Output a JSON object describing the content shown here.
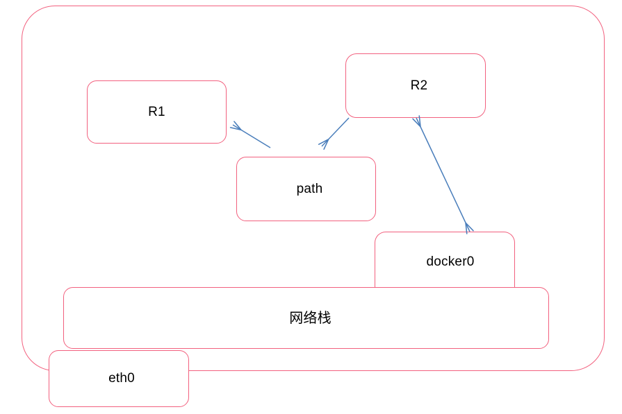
{
  "diagram": {
    "title": "",
    "colors": {
      "node_border": "#f2607e",
      "arrow": "#4a7ebb",
      "text": "#000000",
      "background": "#ffffff"
    },
    "container": {
      "name": "host-container",
      "label": ""
    },
    "nodes": [
      {
        "id": "r1",
        "label": "R1"
      },
      {
        "id": "r2",
        "label": "R2"
      },
      {
        "id": "path",
        "label": "path"
      },
      {
        "id": "docker0",
        "label": "docker0"
      },
      {
        "id": "netstack",
        "label": "网络栈"
      },
      {
        "id": "eth0",
        "label": "eth0"
      }
    ],
    "arrows": [
      {
        "id": "path-to-r1",
        "from": "path",
        "to": "r1",
        "heads": "single"
      },
      {
        "id": "r2-to-path",
        "from": "r2",
        "to": "path",
        "heads": "single"
      },
      {
        "id": "r2-to-docker0",
        "from": "r2",
        "to": "docker0",
        "heads": "double"
      }
    ]
  }
}
